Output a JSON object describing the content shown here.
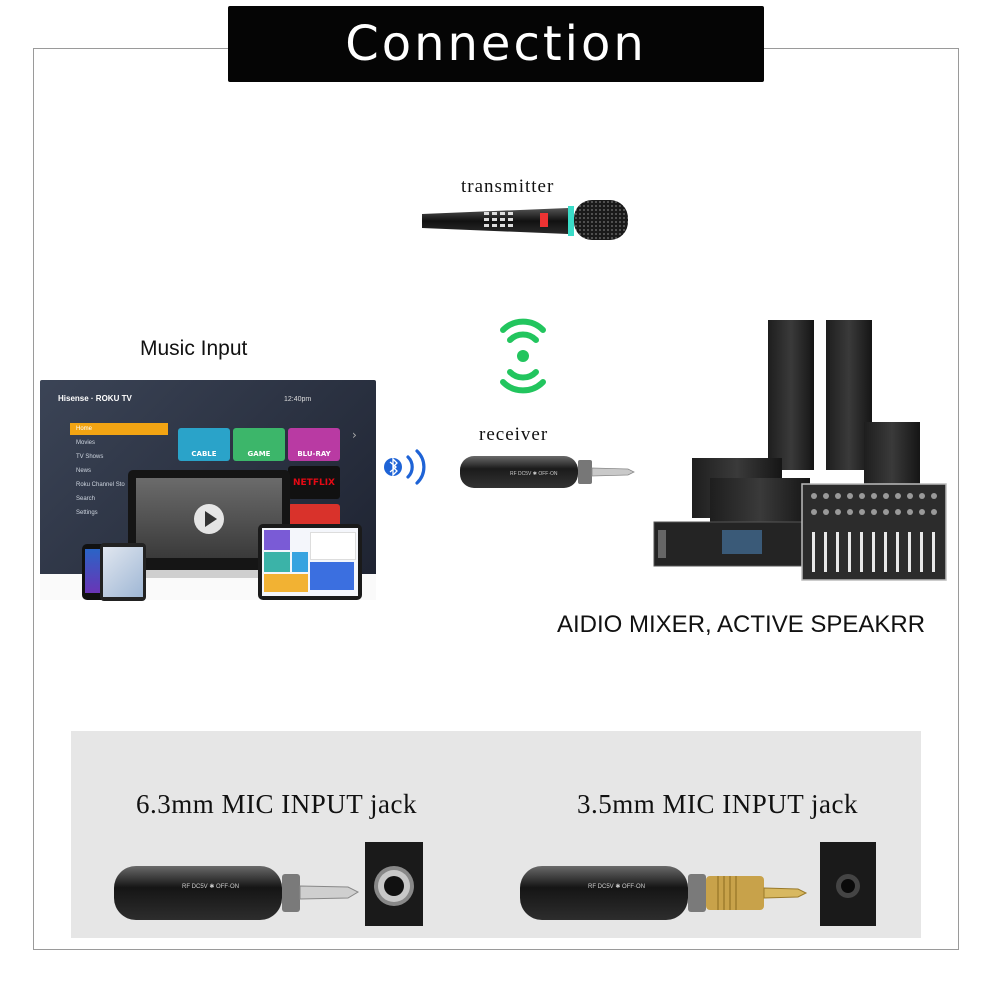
{
  "title": "Connection",
  "labels": {
    "transmitter": "transmitter",
    "receiver": "receiver",
    "music_input": "Music Input",
    "mixer": "AIDIO MIXER, ACTIVE SPEAKRR"
  },
  "tv": {
    "brand": "Hisense · ROKU TV",
    "time": "12:40pm",
    "menu": [
      "Home",
      "Movies",
      "TV Shows",
      "News",
      "Roku Channel Sto",
      "Search",
      "Settings"
    ],
    "tiles": [
      "CABLE",
      "GAME",
      "BLU-RAY",
      "NETFLIX"
    ]
  },
  "receiver_markings": "RF  DC5V  ✱  OFF·ON",
  "jacks": {
    "left": "6.3mm MIC INPUT jack",
    "right": "3.5mm MIC INPUT jack"
  },
  "colors": {
    "signal": "#22c55e",
    "bluetooth": "#1e63d6",
    "title_bg": "#050505"
  }
}
